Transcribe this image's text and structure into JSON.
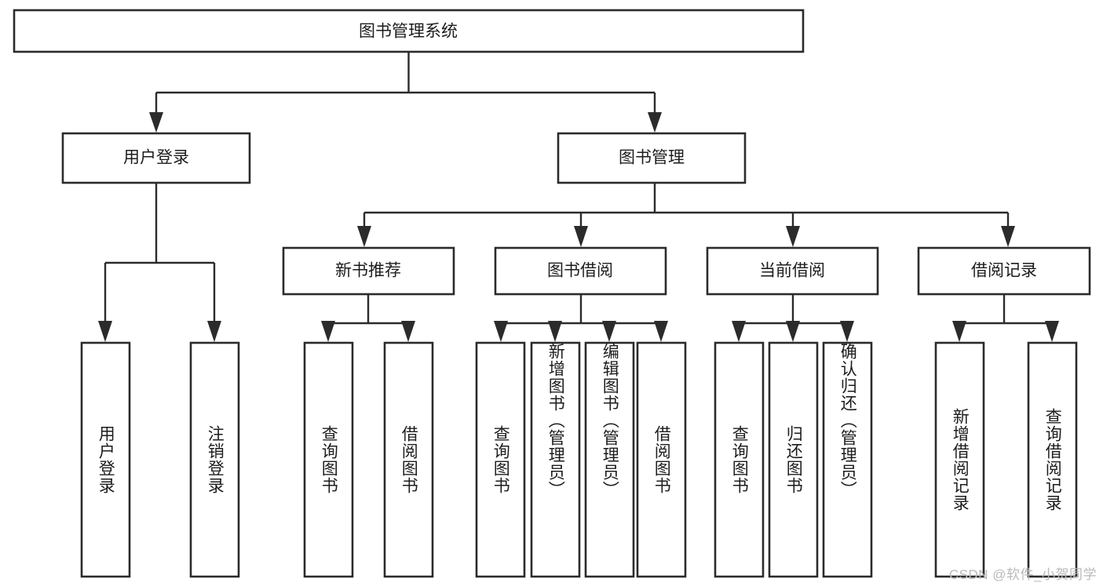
{
  "diagram": {
    "type": "tree-hierarchy",
    "title": "图书管理系统",
    "watermark": "CSDN @软件_小贺同学",
    "colors": {
      "background": "#ffffff",
      "box_stroke": "#2b2b2b",
      "box_fill": "#ffffff",
      "connector": "#2b2b2b",
      "text": "#1c1c1c",
      "watermark": "#b9b9b9"
    },
    "root": {
      "label": "图书管理系统"
    },
    "level2": [
      {
        "label": "用户登录"
      },
      {
        "label": "图书管理"
      }
    ],
    "level3": [
      {
        "label": "新书推荐"
      },
      {
        "label": "图书借阅"
      },
      {
        "label": "当前借阅"
      },
      {
        "label": "借阅记录"
      }
    ],
    "leaves": {
      "user_login": [
        {
          "label": "用户登录"
        },
        {
          "label": "注销登录"
        }
      ],
      "new_book_recommend": [
        {
          "label": "查询图书"
        },
        {
          "label": "借阅图书"
        }
      ],
      "book_borrow": [
        {
          "label": "查询图书"
        },
        {
          "label": "新增图书（管理员）"
        },
        {
          "label": "编辑图书（管理员）"
        },
        {
          "label": "借阅图书"
        }
      ],
      "current_borrow": [
        {
          "label": "查询图书"
        },
        {
          "label": "归还图书"
        },
        {
          "label": "确认归还（管理员）"
        }
      ],
      "borrow_record": [
        {
          "label": "新增借阅记录"
        },
        {
          "label": "查询借阅记录"
        }
      ]
    }
  }
}
